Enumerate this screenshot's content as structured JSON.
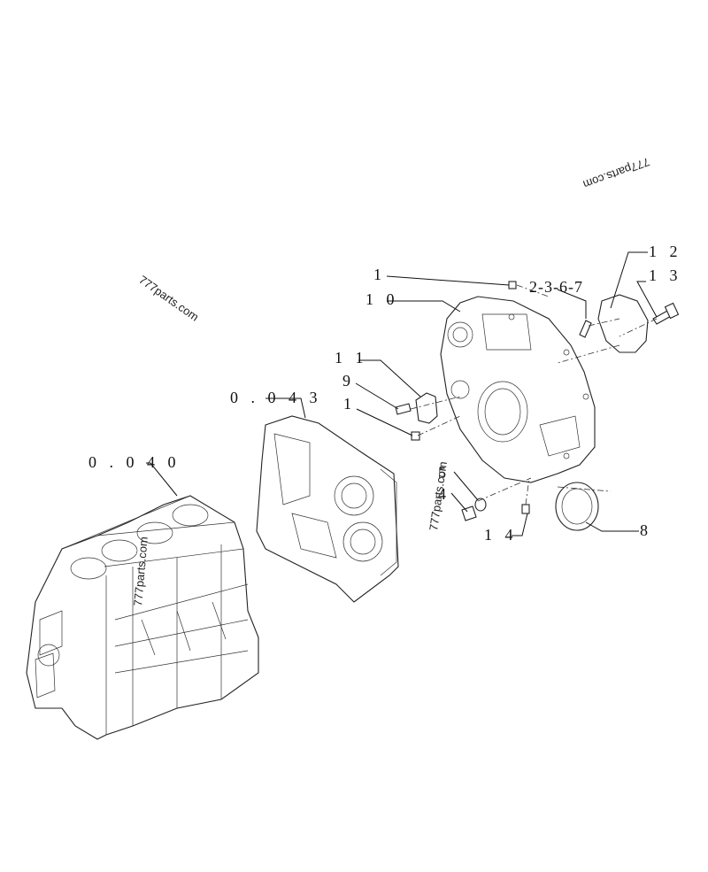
{
  "callouts": {
    "c1_top": "1",
    "c10": "1 0",
    "c2367": "2-3-6-7",
    "c12": "1 2",
    "c13": "1 3",
    "c11": "1 1",
    "c9": "9",
    "c1_mid": "1",
    "c0043": "0 . 0 4 3",
    "c0040": "0 . 0 4 0",
    "c5": "5",
    "c4": "4",
    "c14": "1 4",
    "c8": "8"
  },
  "watermarks": {
    "wm1": "777parts.com",
    "wm2": "777parts.com",
    "wm3": "777parts.com",
    "wm4": "777parts.com"
  }
}
